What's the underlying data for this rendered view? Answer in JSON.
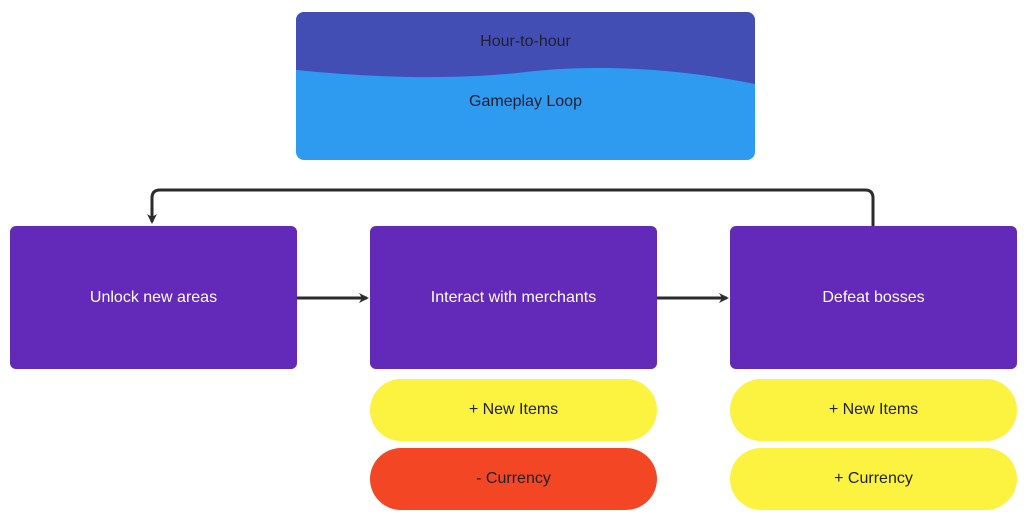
{
  "header": {
    "line1": "Hour-to-hour",
    "line2": "Gameplay Loop",
    "top_color": "#434EB5",
    "bottom_color": "#2F9BF0"
  },
  "steps": [
    {
      "label": "Unlock new areas"
    },
    {
      "label": "Interact with merchants"
    },
    {
      "label": "Defeat bosses"
    }
  ],
  "step_color": "#6329B8",
  "outcomes": {
    "merchants": [
      {
        "label": "+ New Items",
        "color": "#FCF240"
      },
      {
        "label": "- Currency",
        "color": "#F24625"
      }
    ],
    "bosses": [
      {
        "label": "+ New Items",
        "color": "#FCF240"
      },
      {
        "label": "+ Currency",
        "color": "#FCF240"
      }
    ]
  },
  "connector_color": "#2b2b2b"
}
